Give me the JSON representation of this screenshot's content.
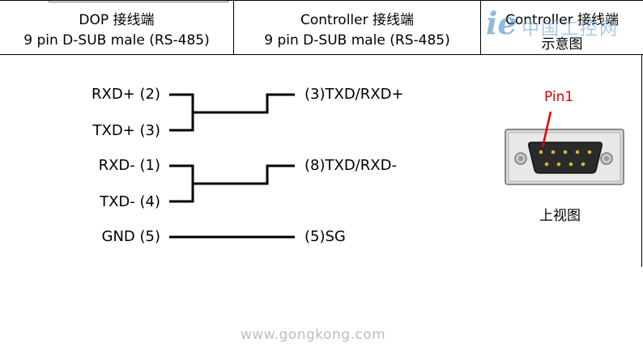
{
  "header": {
    "col1": {
      "line1": "DOP  接线端",
      "line2": "9 pin D-SUB male (RS-485)"
    },
    "col2": {
      "line1": "Controller  接线端",
      "line2": "9 pin D-SUB male (RS-485)"
    },
    "col3": {
      "line1": "Controller  接线端",
      "line2": "示意图"
    }
  },
  "left_pins": [
    {
      "label": "RXD+  (2)"
    },
    {
      "label": "TXD+  (3)"
    },
    {
      "label": "RXD-  (1)"
    },
    {
      "label": "TXD-  (4)"
    },
    {
      "label": "GND  (5)"
    }
  ],
  "right_pins": [
    {
      "label": "(3)TXD/RXD+"
    },
    {
      "label": "(8)TXD/RXD-"
    },
    {
      "label": "(5)SG"
    }
  ],
  "connector": {
    "pin_label": "Pin1",
    "caption": "上视图",
    "highlight_color": "#e00000"
  },
  "watermark": {
    "logo_mark": "ie",
    "logo_text": "中国工控网",
    "url": "www.gongkong.com"
  }
}
